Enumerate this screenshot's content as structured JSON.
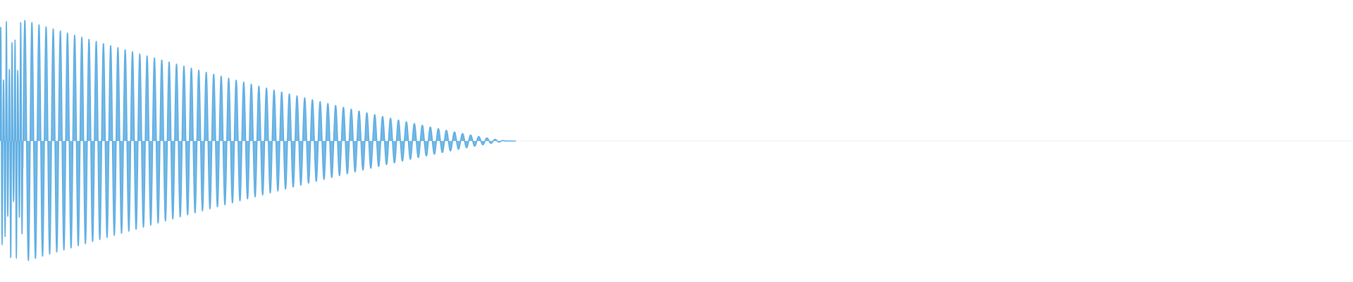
{
  "waveform": {
    "color": "#5dade2",
    "background": "#ffffff",
    "envelope": {
      "peak_amplitude": 0.86,
      "decay_end_fraction": 0.375,
      "cycles": 64,
      "transient_cycles": 8
    }
  }
}
